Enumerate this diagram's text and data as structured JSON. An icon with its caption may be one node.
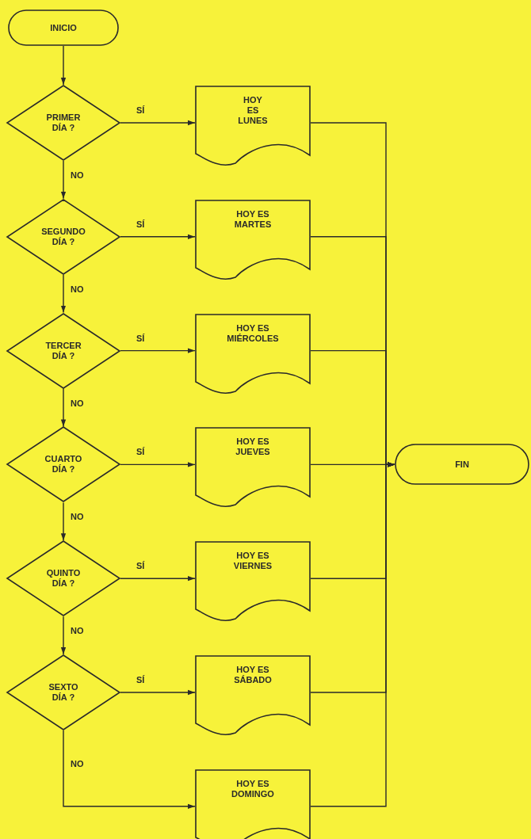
{
  "diagram": {
    "nodes": [
      {
        "text": [
          "INICIO"
        ]
      },
      {
        "text": [
          "PRIMER DÍA ?"
        ]
      },
      {
        "text": [
          "HOY ES LUNES"
        ]
      },
      {
        "text": [
          "SEGUNDO DÍA ?"
        ]
      },
      {
        "text": [
          "HOY ES MARTES"
        ]
      },
      {
        "text": [
          "TERCER DÍA ?"
        ]
      },
      {
        "text": [
          "HOY ES MIÉRCOLES"
        ]
      },
      {
        "text": [
          "CUARTO DÍA ?"
        ]
      },
      {
        "text": [
          "HOY ES JUEVES"
        ]
      },
      {
        "text": [
          "FIN"
        ]
      },
      {
        "text": [
          "QUINTO DÍA ?"
        ]
      },
      {
        "text": [
          "HOY ES VIERNES"
        ]
      },
      {
        "text": [
          "SEXTO DÍA ?"
        ]
      },
      {
        "text": [
          "HOY ES SÁBADO"
        ]
      },
      {
        "text": [
          "HOY ES DOMINGO"
        ]
      }
    ],
    "edges": [
      {
        "from": 0,
        "to": 1,
        "arrow": "to"
      },
      {
        "from": 1,
        "to": 2,
        "arrow": "to",
        "label": "SÍ"
      },
      {
        "from": 1,
        "to": 3,
        "arrow": "to",
        "label": "NO"
      },
      {
        "from": 3,
        "to": 4,
        "arrow": "to",
        "label": "SÍ"
      },
      {
        "from": 3,
        "to": 5,
        "arrow": "to",
        "label": "NO"
      },
      {
        "from": 5,
        "to": 6,
        "arrow": "to",
        "label": "SÍ"
      },
      {
        "from": 5,
        "to": 7,
        "arrow": "to",
        "label": "NO"
      },
      {
        "from": 7,
        "to": 8,
        "arrow": "to",
        "label": "SÍ"
      },
      {
        "from": 7,
        "to": 10,
        "arrow": "to",
        "label": "NO"
      },
      {
        "from": 10,
        "to": 11,
        "arrow": "to",
        "label": "SÍ"
      },
      {
        "from": 10,
        "to": 12,
        "arrow": "to",
        "label": "NO"
      },
      {
        "from": 12,
        "to": 13,
        "arrow": "to",
        "label": "SÍ"
      },
      {
        "from": 12,
        "to": 14,
        "arrow": "to",
        "label": "NO"
      },
      {
        "from": 2,
        "to": 9,
        "arrow": "to"
      },
      {
        "from": 4,
        "to": 9,
        "arrow": "to"
      },
      {
        "from": 6,
        "to": 9,
        "arrow": "to"
      },
      {
        "from": 8,
        "to": 9,
        "arrow": "to"
      },
      {
        "from": 11,
        "to": 9,
        "arrow": "to"
      },
      {
        "from": 13,
        "to": 9,
        "arrow": "to"
      },
      {
        "from": 14,
        "to": 9,
        "arrow": "to"
      }
    ]
  }
}
